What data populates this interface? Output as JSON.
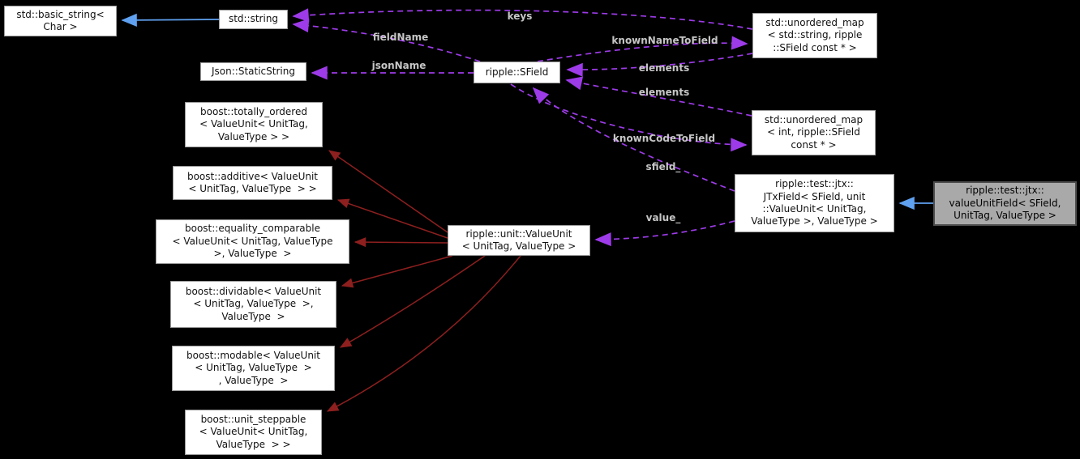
{
  "diagram": {
    "kind": "doxygen-collaboration-graph",
    "background": "#000000",
    "colors": {
      "usage": "#9d3be8",
      "public_inheritance": "#5fa1f0",
      "private_inheritance": "#8e1f1f",
      "edge_label": "#c6c6c6",
      "node_fill": "#ffffff",
      "node_border": "#9c9c9c",
      "highlight_fill": "#a9a9a9"
    },
    "nodes": [
      {
        "id": "std-basic-string",
        "highlight": false,
        "lines": [
          "std::basic_string<",
          "Char >"
        ]
      },
      {
        "id": "std-string",
        "highlight": false,
        "lines": [
          "std::string"
        ]
      },
      {
        "id": "json-static-string",
        "highlight": false,
        "lines": [
          "Json::StaticString"
        ]
      },
      {
        "id": "ripple-sfield",
        "highlight": false,
        "lines": [
          "ripple::SField"
        ]
      },
      {
        "id": "map-string-sfield",
        "highlight": false,
        "lines": [
          "std::unordered_map",
          "< std::string, ripple",
          "::SField const * >"
        ]
      },
      {
        "id": "map-int-sfield",
        "highlight": false,
        "lines": [
          "std::unordered_map",
          "< int, ripple::SField",
          "const * >"
        ]
      },
      {
        "id": "jtxfield",
        "highlight": false,
        "lines": [
          "ripple::test::jtx::",
          "JTxField< SField, unit",
          "::ValueUnit< UnitTag,",
          "ValueType >, ValueType >"
        ]
      },
      {
        "id": "value-unit-field",
        "highlight": true,
        "lines": [
          "ripple::test::jtx::",
          "valueUnitField< SField,",
          "UnitTag, ValueType >"
        ]
      },
      {
        "id": "boost-totally-ordered",
        "highlight": false,
        "lines": [
          "boost::totally_ordered",
          "< ValueUnit< UnitTag,",
          "ValueType > >"
        ]
      },
      {
        "id": "boost-additive",
        "highlight": false,
        "lines": [
          "boost::additive< ValueUnit",
          "< UnitTag, ValueType  > >"
        ]
      },
      {
        "id": "boost-equality-comparable",
        "highlight": false,
        "lines": [
          "boost::equality_comparable",
          "< ValueUnit< UnitTag, ValueType",
          ">, ValueType  >"
        ]
      },
      {
        "id": "boost-dividable",
        "highlight": false,
        "lines": [
          "boost::dividable< ValueUnit",
          "< UnitTag, ValueType  >,",
          "ValueType  >"
        ]
      },
      {
        "id": "boost-modable",
        "highlight": false,
        "lines": [
          "boost::modable< ValueUnit",
          "< UnitTag, ValueType  >",
          ", ValueType  >"
        ]
      },
      {
        "id": "boost-unit-steppable",
        "highlight": false,
        "lines": [
          "boost::unit_steppable",
          "< ValueUnit< UnitTag,",
          "ValueType  > >"
        ]
      },
      {
        "id": "value-unit",
        "highlight": false,
        "lines": [
          "ripple::unit::ValueUnit",
          "< UnitTag, ValueType >"
        ]
      }
    ],
    "edges": [
      {
        "id": "string-to-basic-string",
        "from": "std-string",
        "to": "std-basic-string",
        "relation": "public_inheritance",
        "label": ""
      },
      {
        "id": "vuf-to-jtxfield",
        "from": "value-unit-field",
        "to": "jtxfield",
        "relation": "public_inheritance",
        "label": ""
      },
      {
        "id": "vu-to-totally-ordered",
        "from": "value-unit",
        "to": "boost-totally-ordered",
        "relation": "private_inheritance",
        "label": ""
      },
      {
        "id": "vu-to-additive",
        "from": "value-unit",
        "to": "boost-additive",
        "relation": "private_inheritance",
        "label": ""
      },
      {
        "id": "vu-to-equality",
        "from": "value-unit",
        "to": "boost-equality-comparable",
        "relation": "private_inheritance",
        "label": ""
      },
      {
        "id": "vu-to-dividable",
        "from": "value-unit",
        "to": "boost-dividable",
        "relation": "private_inheritance",
        "label": ""
      },
      {
        "id": "vu-to-modable",
        "from": "value-unit",
        "to": "boost-modable",
        "relation": "private_inheritance",
        "label": ""
      },
      {
        "id": "vu-to-unit-steppable",
        "from": "value-unit",
        "to": "boost-unit-steppable",
        "relation": "private_inheritance",
        "label": ""
      },
      {
        "id": "keys",
        "from": "map-string-sfield",
        "to": "std-string",
        "relation": "usage",
        "label": "keys"
      },
      {
        "id": "fieldname",
        "from": "ripple-sfield",
        "to": "std-string",
        "relation": "usage",
        "label": "fieldName"
      },
      {
        "id": "jsonname",
        "from": "ripple-sfield",
        "to": "json-static-string",
        "relation": "usage",
        "label": "jsonName"
      },
      {
        "id": "knownnametofield",
        "from": "ripple-sfield",
        "to": "map-string-sfield",
        "relation": "usage",
        "label": "knownNameToField"
      },
      {
        "id": "elements-upper",
        "from": "map-string-sfield",
        "to": "ripple-sfield",
        "relation": "usage",
        "label": "elements"
      },
      {
        "id": "elements-lower",
        "from": "map-int-sfield",
        "to": "ripple-sfield",
        "relation": "usage",
        "label": "elements"
      },
      {
        "id": "knowncodetofield",
        "from": "ripple-sfield",
        "to": "map-int-sfield",
        "relation": "usage",
        "label": "knownCodeToField"
      },
      {
        "id": "sfield-member",
        "from": "jtxfield",
        "to": "ripple-sfield",
        "relation": "usage",
        "label": "sfield_"
      },
      {
        "id": "value-member",
        "from": "jtxfield",
        "to": "value-unit",
        "relation": "usage",
        "label": "value_"
      }
    ]
  }
}
